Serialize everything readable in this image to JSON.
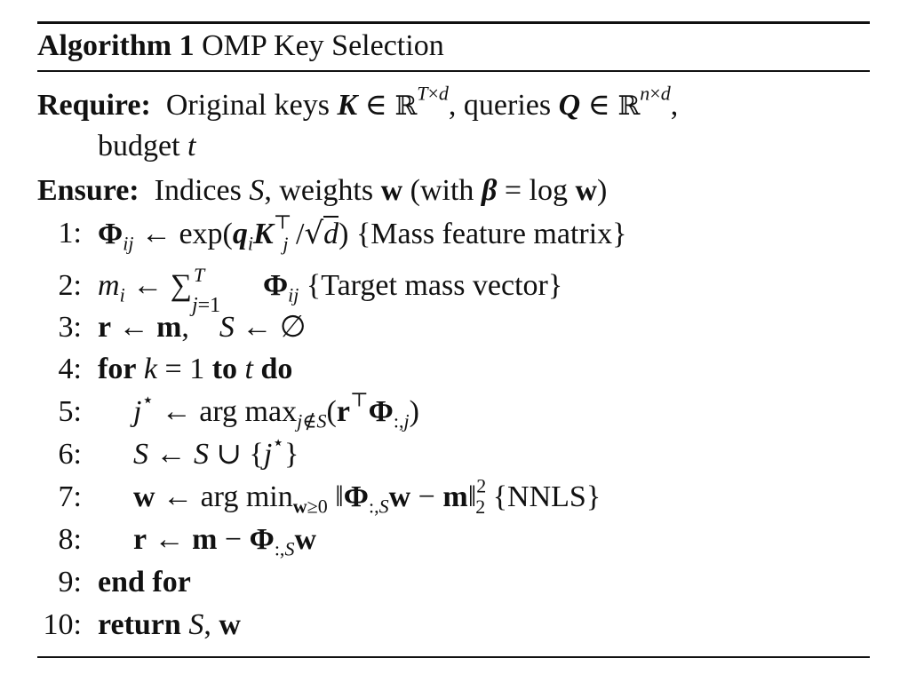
{
  "algorithm": {
    "label": "Algorithm 1",
    "title": "OMP Key Selection"
  },
  "require": {
    "label": "Require:",
    "text_keys": "Original keys",
    "text_queries": ", queries",
    "text_budget": "budget"
  },
  "ensure": {
    "label": "Ensure:",
    "text_indices": "Indices",
    "text_weights": ", weights",
    "text_with": "(with"
  },
  "steps": [
    {
      "num": "1:",
      "comment": "{Mass feature matrix}"
    },
    {
      "num": "2:",
      "comment": "{Target mass vector}"
    },
    {
      "num": "3:"
    },
    {
      "num": "4:",
      "kw_for": "for",
      "kw_to": "to",
      "kw_do": "do"
    },
    {
      "num": "5:"
    },
    {
      "num": "6:"
    },
    {
      "num": "7:",
      "comment": "{NNLS}"
    },
    {
      "num": "8:"
    },
    {
      "num": "9:",
      "kw": "end for"
    },
    {
      "num": "10:",
      "kw": "return"
    }
  ]
}
